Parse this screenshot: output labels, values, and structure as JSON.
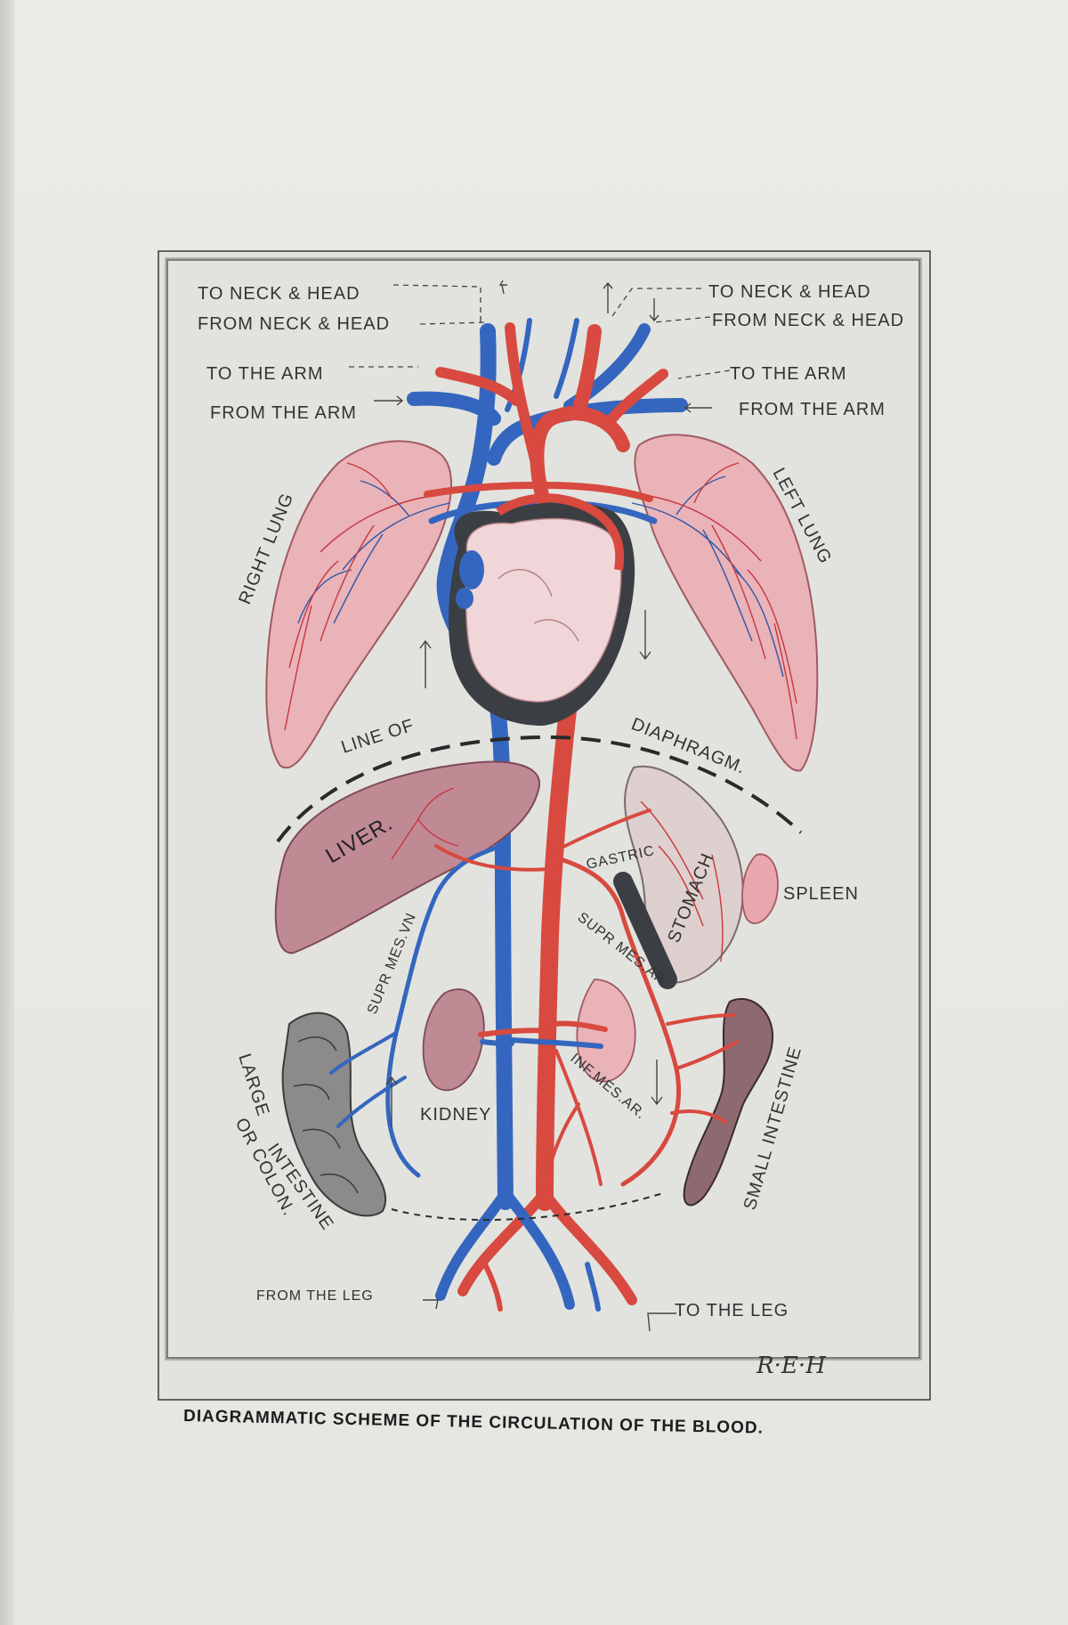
{
  "labels": {
    "to_neck_head_left": "TO NECK & HEAD",
    "from_neck_head_left": "FROM NECK & HEAD",
    "to_neck_head_right": "TO NECK & HEAD",
    "from_neck_head_right": "FROM NECK & HEAD",
    "to_arm_left": "TO THE ARM",
    "from_arm_left": "FROM THE ARM",
    "to_arm_right": "TO THE ARM",
    "from_arm_right": "FROM THE ARM",
    "right_lung": "RIGHT LUNG",
    "left_lung": "LEFT LUNG",
    "line_of": "LINE OF",
    "diaphragm": "DIAPHRAGM.",
    "liver": "LIVER.",
    "gastric": "GASTRIC",
    "stomach": "STOMACH",
    "spleen": "SPLEEN",
    "sup_mes_vn": "SUPR MES.VN",
    "sup_mes_ar": "SUPR MES.AR.",
    "inf_mes_ar": "INF.MES.AR.",
    "kidney": "KIDNEY",
    "large_intestine_1": "LARGE",
    "large_intestine_2": "INTESTINE",
    "large_intestine_3": "OR COLON.",
    "small_intestine": "SMALL INTESTINE",
    "from_leg": "FROM THE LEG",
    "to_leg": "TO THE LEG"
  },
  "signature": "R·E·H",
  "caption": "DIAGRAMMATIC SCHEME OF THE CIRCULATION OF THE BLOOD.",
  "colors": {
    "vein": "#3566bf",
    "artery": "#d8493f",
    "lung": "#e9b3b8",
    "liver": "#c08a95",
    "heart": "#f0d6d8",
    "frame": "#3a3a3a"
  }
}
